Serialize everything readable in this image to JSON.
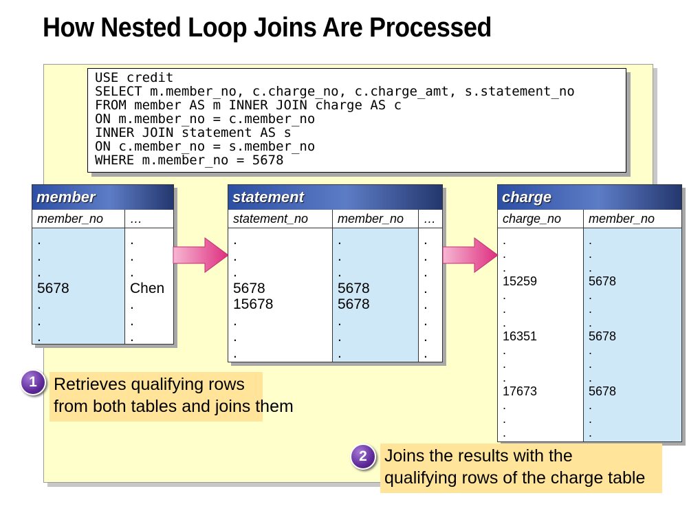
{
  "title": "How Nested Loop Joins Are Processed",
  "code": [
    "USE credit",
    "SELECT m.member_no, c.charge_no, c.charge_amt, s.statement_no",
    "FROM member AS m INNER JOIN charge AS c",
    "ON m.member_no = c.member_no",
    "INNER JOIN statement AS s",
    "ON c.member_no = s.member_no",
    "WHERE m.member_no = 5678"
  ],
  "tables": {
    "member": {
      "name": "member",
      "columns": [
        "member_no",
        "…"
      ],
      "member_no_values": [
        ".",
        ".",
        ".",
        "5678",
        ".",
        ".",
        "."
      ],
      "other_values": [
        ".",
        ".",
        ".",
        "Chen",
        ".",
        ".",
        "."
      ]
    },
    "statement": {
      "name": "statement",
      "columns": [
        "statement_no",
        "member_no",
        "…"
      ],
      "statement_no_values": [
        ".",
        ".",
        ".",
        "5678",
        "15678",
        ".",
        ".",
        "."
      ],
      "member_no_values": [
        ".",
        ".",
        ".",
        "5678",
        "5678",
        ".",
        ".",
        "."
      ],
      "other_values": [
        ".",
        ".",
        ".",
        ".",
        ".",
        ".",
        ".",
        "."
      ]
    },
    "charge": {
      "name": "charge",
      "columns": [
        "charge_no",
        "member_no"
      ],
      "charge_no_values": [
        ".",
        ".",
        ".",
        "15259",
        ".",
        ".",
        ".",
        "16351",
        ".",
        ".",
        ".",
        "17673",
        ".",
        ".",
        "."
      ],
      "member_no_values": [
        ".",
        ".",
        ".",
        "5678",
        ".",
        ".",
        ".",
        "5678",
        ".",
        ".",
        ".",
        "5678",
        ".",
        ".",
        "."
      ]
    }
  },
  "callouts": [
    {
      "number": "1",
      "line1": "Retrieves qualifying rows",
      "line2": "from both tables and joins them"
    },
    {
      "number": "2",
      "line1": "Joins the results with the",
      "line2": "qualifying rows of the charge table"
    }
  ],
  "colors": {
    "panel": "#ffffcc",
    "table_header": "#2d4fa3",
    "highlight_column": "#cfe8f7",
    "arrow": "#e8478f",
    "callout": "#ffe49a",
    "badge": "#5f2b9a"
  },
  "icons": {
    "arrow": "right-arrow-icon",
    "badge": "number-badge-icon"
  }
}
